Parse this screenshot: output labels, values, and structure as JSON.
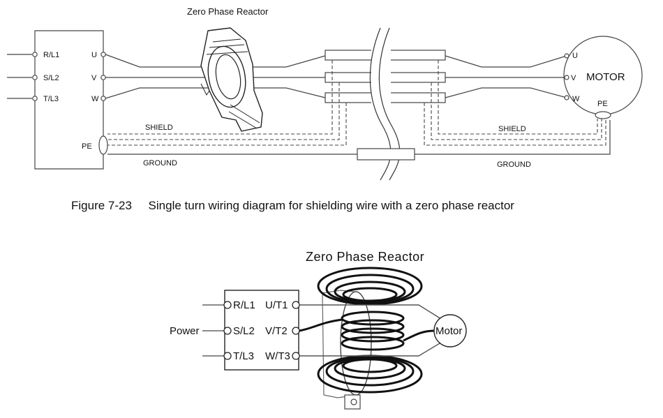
{
  "figure_top": {
    "reactor_title": "Zero Phase Reactor",
    "terminals_in": [
      "R/L1",
      "S/L2",
      "T/L3"
    ],
    "terminals_out": [
      "U",
      "V",
      "W"
    ],
    "pe_label": "PE",
    "shield_label": "SHIELD",
    "ground_label": "GROUND",
    "motor_label": "MOTOR",
    "motor_terminals": [
      "U",
      "V",
      "W"
    ],
    "motor_pe": "PE"
  },
  "caption": "Figure 7-23     Single turn wiring diagram for shielding wire with a zero phase reactor",
  "figure_bottom": {
    "reactor_title": "Zero Phase Reactor",
    "power_label": "Power",
    "terminals_in": [
      "R/L1",
      "S/L2",
      "T/L3"
    ],
    "terminals_out": [
      "U/T1",
      "V/T2",
      "W/T3"
    ],
    "motor_label": "Motor"
  }
}
